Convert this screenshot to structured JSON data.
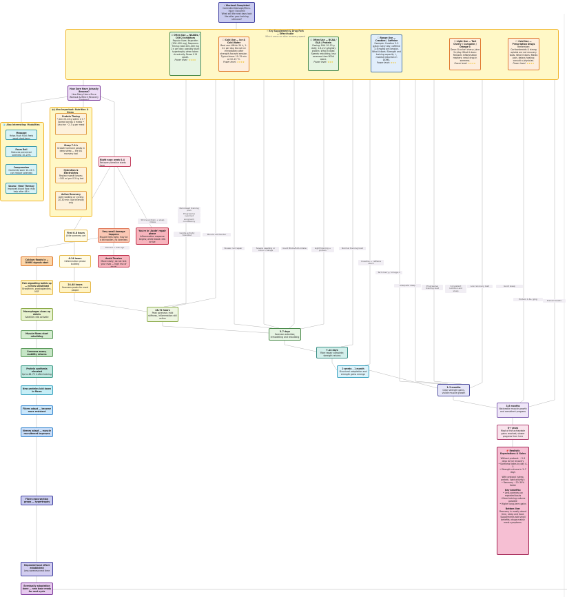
{
  "root": {
    "title": "⚡ Workout Completed",
    "body": "Controlled Damage/Micro-Injury Occurred",
    "sub": "What will the next days look like after your training stimulus?"
  },
  "fork": {
    "title": "⚡ Key Supplement & Drug Fork — Effect table",
    "sub": "Which ones can alter recovery speed"
  },
  "cards": [
    {
      "title": "☐ Often Use — NSAIDs / COX-2 Inhibitors",
      "body": "Popular Uses: Ibuprofen (200–400 mg), Naproxen. Timing: take 200–400 mg 2× per day; possibly blunt hypertrophy when taken chronically. Pause if GI upset.",
      "rating_label": "Power level:",
      "rating": "★★★★"
    },
    {
      "title": "☐ Cold Use — Ice & Cold Water",
      "body": "Best use: Within 24 h, 1–2× per day. Do not ice immediately after strength-focused session. Typical dose: 10–15 min at 10–15 °C.",
      "rating_label": "Power level:",
      "rating": "★★★★"
    },
    {
      "title": "☐ Often Use — BCAA / EAA / Protein",
      "body": "Dosing: EAA 10–15 g daily; 1.6–2.2 g/kg/day protein. What it does: Speeds rebuilding, less soreness than BCAA alone.",
      "rating_label": "Power level:",
      "rating": "★★★"
    },
    {
      "title": "☐ Range Use — Creatine / Caffeine",
      "body": "Example: Creatine 3–5 g/day every day; caffeine 3–6 mg/kg pre-session. What it does: Strength and training capacity ↑, modest reduction in DOMS.",
      "rating_label": "Power level:",
      "rating": "★★★"
    },
    {
      "title": "☐ Light Use — Tart Cherry / Curcumin / Omega-3",
      "body": "Dose: 8 oz tart cherry juice 2×/day. What it does: Reduces inflammation markers; small drop in soreness.",
      "rating_label": "Power level:",
      "rating": "★★★★"
    },
    {
      "title": "☐ Cold Use — Prescription Drugs",
      "body": "Remember: Corticosteroids & strong opioids are not recovery tools. What it does: Masks pain, delays healing; consult a physician.",
      "rating_label": "Power level:",
      "rating": "★★★★"
    }
  ],
  "decision": {
    "title": "How Sore Have Actually Become?",
    "body": "How Many Hours Since Workout & Which Recovery Strategy?"
  },
  "left_group": {
    "title": "🧊 Also Interesting: Modalities",
    "items": [
      {
        "title": "Massage",
        "body": "Helps flush fluid; feels good short-term"
      },
      {
        "title": "Foam Roll",
        "body": "Reduces perceived soreness 10–20%"
      },
      {
        "title": "Compression",
        "body": "Garments worn 12–24 h can reduce soreness"
      },
      {
        "title": "Sauna / Heat Therapy",
        "body": "Improves blood flow; may help after 48 h"
      }
    ]
  },
  "mid_group": {
    "title": "🍽 Also Important: Nutrition & Sleep",
    "items": [
      {
        "title": "Protein Timing",
        "body": "• Aim 20–40 g within 2 h • Spread across 4 meals • Leucine ~2–3 g per meal"
      },
      {
        "title": "Sleep 7–9 h",
        "body": "Growth hormone peaks in deep sleep — the #1 recovery tool"
      },
      {
        "title": "Hydration & Electrolytes",
        "body": "Replace sweat losses; ~500 ml per 0.5 kg lost"
      },
      {
        "title": "Active Recovery",
        "body": "Light walking or cycling 20–30 min; low intensity only"
      }
    ]
  },
  "right_now": {
    "title": "Right now: week 0–4",
    "body": "Recovery timeline starts here"
  },
  "row1": [
    {
      "title": "First 6–8 hours",
      "body": "Little soreness yet"
    },
    {
      "title": "Very small damage happens",
      "body": "Muscle feels tight, may be a bit swollen, no soreness yet"
    },
    {
      "title": "You're in 'Acute' repair phase",
      "body": "Inflammation response begins; white blood cells arrive"
    }
  ],
  "row2": [
    {
      "title": "Calcium floods in → DOMS signals start",
      "body": ""
    },
    {
      "title": "6–24 hours",
      "body": "Inflammation phase building"
    },
    {
      "title": "Avoid Tension",
      "body": "Move easily; do not test your max — high risk of strain"
    }
  ],
  "row3": [
    {
      "title": "Pain signalling builds up — nerves sensitised",
      "body": "Bradykinin, prostaglandins, NGF"
    },
    {
      "title": "24–48 hours",
      "body": "Soreness peaks for most people"
    }
  ],
  "chain": [
    {
      "title": "Macrophages clean up debris",
      "body": "Satellite cells activate"
    },
    {
      "title": "Muscle fibres start rebuilding",
      "body": ""
    },
    {
      "title": "Soreness eases, mobility returns",
      "body": ""
    },
    {
      "title": "Protein synthesis elevated",
      "body": "Up to 48–72 h after training"
    },
    {
      "title": "New proteins laid down in fibres",
      "body": ""
    },
    {
      "title": "Fibres adapt — become more resistant",
      "body": ""
    },
    {
      "title": "Nerves adapt — muscle recruitment improves",
      "body": ""
    },
    {
      "title": "Fibre cross-section grows — hypertrophy",
      "body": ""
    },
    {
      "title": "Repeated-bout effect established",
      "body": "Less soreness next time"
    },
    {
      "title": "Eventually adaptation done — new base ready for next cycle",
      "body": ""
    }
  ],
  "timeline": [
    {
      "title": "48–72 hours",
      "body": "Peak soreness; mild stiffness, inflammation still active"
    },
    {
      "title": "3–7 days",
      "body": "Soreness subsides; remodelling and rebuilding"
    },
    {
      "title": "7–14 days",
      "body": "Fibre repair complete; strength returns"
    },
    {
      "title": "2 weeks – 1 month",
      "body": "Structural adaptation and strength gains emerge"
    },
    {
      "title": "1–3 months",
      "body": "Clear strength gains, visible muscle growth"
    },
    {
      "title": "3–6 months",
      "body": "Noticeable muscle growth and consistent progress"
    },
    {
      "title": "6+ years",
      "body": "Most of the achievable gains reached; slower progress from here"
    }
  ],
  "summary": {
    "title": "📌 Realistic Expectations & Gains",
    "lines": [
      "Without protocol: ~3–5 days to full recovery",
      "• Soreness fades by day 4–5",
      "• Strength returns in 3–7 days",
      "With protocol (sleep, protein, light activity):",
      "• Recovery ~20–30% faster",
      "Key benefits:",
      "• Less soreness on repeated bouts",
      "• More training volume possible",
      "• Higher long-term gains",
      "Bottom line:",
      "Recovery is mostly about time, sleep and food. Supplements add small benefits; drugs mainly mask symptoms."
    ]
  },
  "edge_labels": [
    "Strong protein + sleep intake",
    "Trained > 24h ago",
    "Gentle activity tolerated",
    "Muscle still tender",
    "Slower cell repair",
    "Severe swelling or colour change",
    "Good BCAA/EAA intake",
    "Light training + protein",
    "Normal training load",
    "Creatine + caffeine stack",
    "Tart cherry / omega-3",
    "Adequate sleep",
    "Progressive training load",
    "Consistent nutrition and sleep",
    "Low recovery load",
    "Good sleep",
    "Protein 1.6+ g/kg",
    "Deload weeks",
    "Periodised training plan",
    "Progressive overload",
    "Long-term consistency"
  ]
}
